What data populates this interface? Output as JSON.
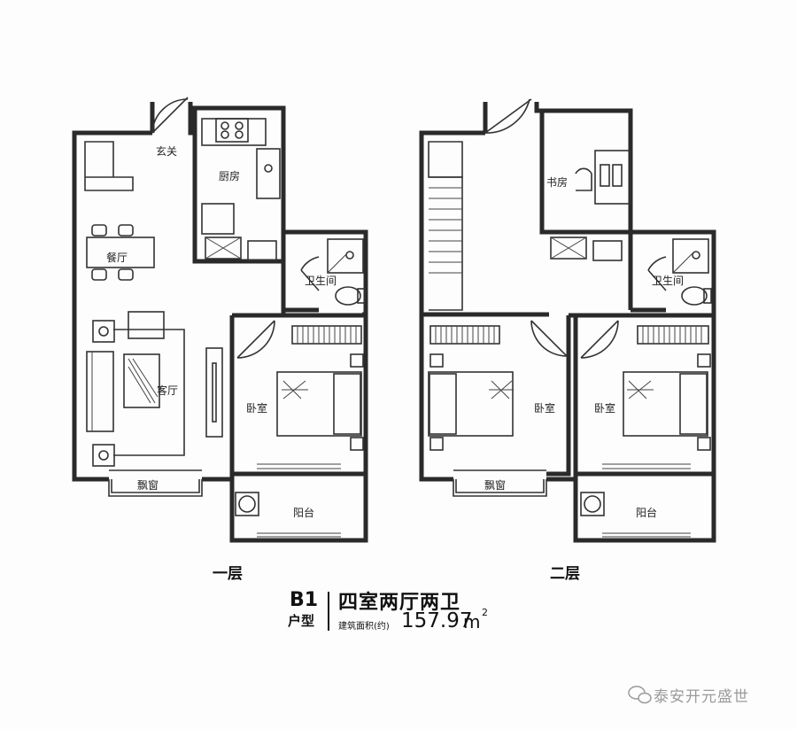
{
  "unit": {
    "code": "B1",
    "type_label": "户型",
    "title": "四室两厅两卫",
    "area_label": "建筑面积(约)",
    "area_value": "157.97",
    "area_unit": "m",
    "area_sup": "2"
  },
  "floor1": {
    "label": "一层",
    "rooms": {
      "entrance": "玄关",
      "kitchen": "厨房",
      "dining": "餐厅",
      "bathroom": "卫生间",
      "living": "客厅",
      "bedroom": "卧室",
      "bay_window": "飘窗",
      "balcony": "阳台"
    }
  },
  "floor2": {
    "label": "二层",
    "rooms": {
      "study": "书房",
      "bathroom": "卫生间",
      "bedroom_a": "卧室",
      "bedroom_b": "卧室",
      "bay_window": "飘窗",
      "balcony": "阳台"
    }
  },
  "watermark": {
    "icon": "wechat-icon",
    "text": "泰安开元盛世"
  }
}
